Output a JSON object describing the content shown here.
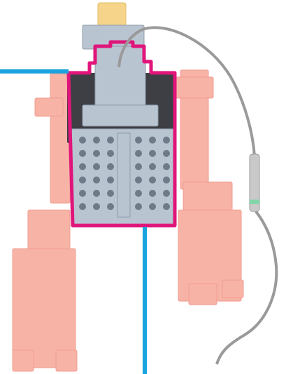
{
  "image": {
    "description_free": true
  },
  "palette": {
    "background": "#ffffff",
    "leader_line": "#1aa3df",
    "highlight_outline": "#e0157a",
    "body_faded": "#f7b3a6",
    "body_faded_dark": "#ef9f92",
    "gray_brick": "#b9c4d1",
    "gray_brick_dark": "#8f9cab",
    "gray_brick_shadow": "#6e7a88",
    "dark_panel": "#3d3f44",
    "yellow_head": "#f6d58a",
    "cable": "#9a9a9a",
    "cable_connector": "#c9c9c9",
    "cable_stripe": "#7fd6a6"
  },
  "callout": {
    "highlight": "highlighted-part-outline",
    "leader_lines": [
      "leader-line-left",
      "leader-line-down"
    ]
  }
}
